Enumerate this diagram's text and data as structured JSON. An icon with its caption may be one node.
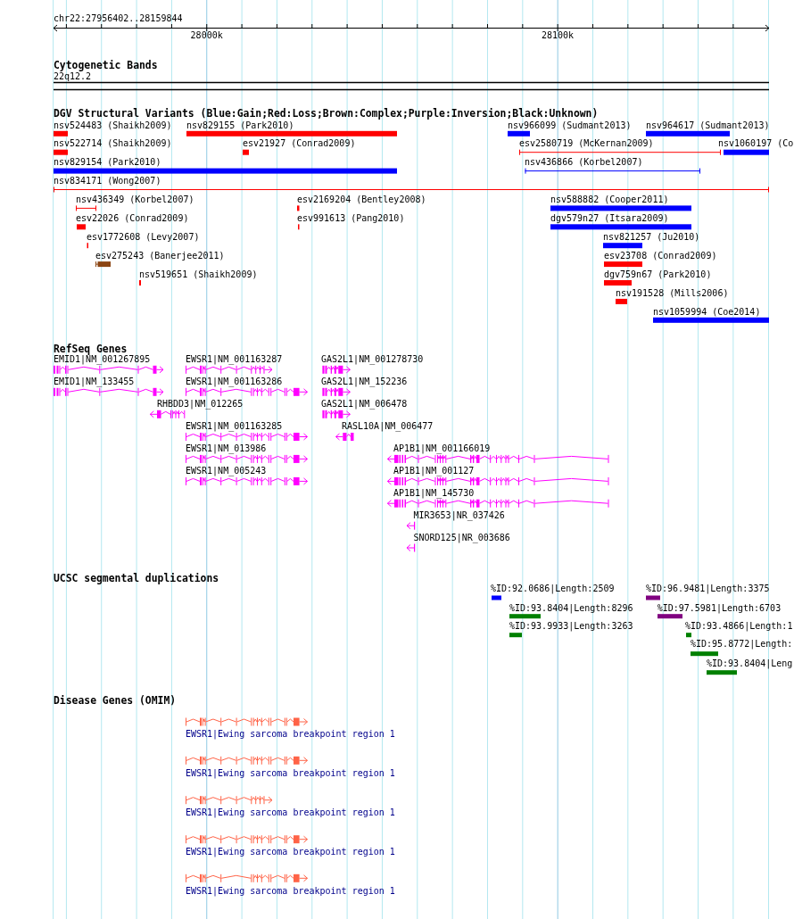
{
  "diagram": {
    "labels": [
      "chr22:27956402..28159844",
      "28000k",
      "28100k",
      "Cytogenetic Bands",
      "22q12.2",
      "DGV Structural Variants (Blue:Gain;Red:Loss;Brown:Complex;Purple:Inversion;Black:Unknown)",
      "nsv524483 (Shaikh2009)",
      "nsv829155 (Park2010)",
      "nsv966099 (Sudmant2013)",
      "nsv964617 (Sudmant2013)",
      "nsv522714 (Shaikh2009)",
      "esv21927 (Conrad2009)",
      "esv2580719 (McKernan2009)",
      "nsv1060197 (Co",
      "nsv829154 (Park2010)",
      "nsv436866 (Korbel2007)",
      "nsv834171 (Wong2007)",
      "nsv436349 (Korbel2007)",
      "esv2169204 (Bentley2008)",
      "nsv588882 (Cooper2011)",
      "esv22026 (Conrad2009)",
      "esv991613 (Pang2010)",
      "dgv579n27 (Itsara2009)",
      "esv1772608 (Levy2007)",
      "nsv821257 (Ju2010)",
      "esv275243 (Banerjee2011)",
      "esv23708 (Conrad2009)",
      "nsv519651 (Shaikh2009)",
      "dgv759n67 (Park2010)",
      "nsv191528 (Mills2006)",
      "nsv1059994 (Coe2014)",
      "RefSeq Genes",
      "EMID1|NM_001267895",
      "EWSR1|NM_001163287",
      "GAS2L1|NM_001278730",
      "EMID1|NM_133455",
      "EWSR1|NM_001163286",
      "GAS2L1|NM_152236",
      "RHBDD3|NM_012265",
      "GAS2L1|NM_006478",
      "EWSR1|NM_001163285",
      "RASL10A|NM_006477",
      "EWSR1|NM_013986",
      "AP1B1|NM_001166019",
      "EWSR1|NM_005243",
      "AP1B1|NM_001127",
      "AP1B1|NM_145730",
      "MIR3653|NR_037426",
      "SNORD125|NR_003686",
      "UCSC segmental duplications",
      "%ID:92.0686|Length:2509",
      "%ID:96.9481|Length:3375",
      "%ID:93.8404|Length:8296",
      "%ID:97.5981|Length:6703",
      "%ID:93.9933|Length:3263",
      "%ID:93.4866|Length:1",
      "%ID:95.8772|Length:",
      "%ID:93.8404|Leng",
      "Disease Genes (OMIM)",
      "EWSR1|Ewing sarcoma breakpoint region 1",
      "EWSR1|Ewing sarcoma breakpoint region 1",
      "EWSR1|Ewing sarcoma breakpoint region 1",
      "EWSR1|Ewing sarcoma breakpoint region 1",
      "EWSR1|Ewing sarcoma breakpoint region 1"
    ]
  }
}
